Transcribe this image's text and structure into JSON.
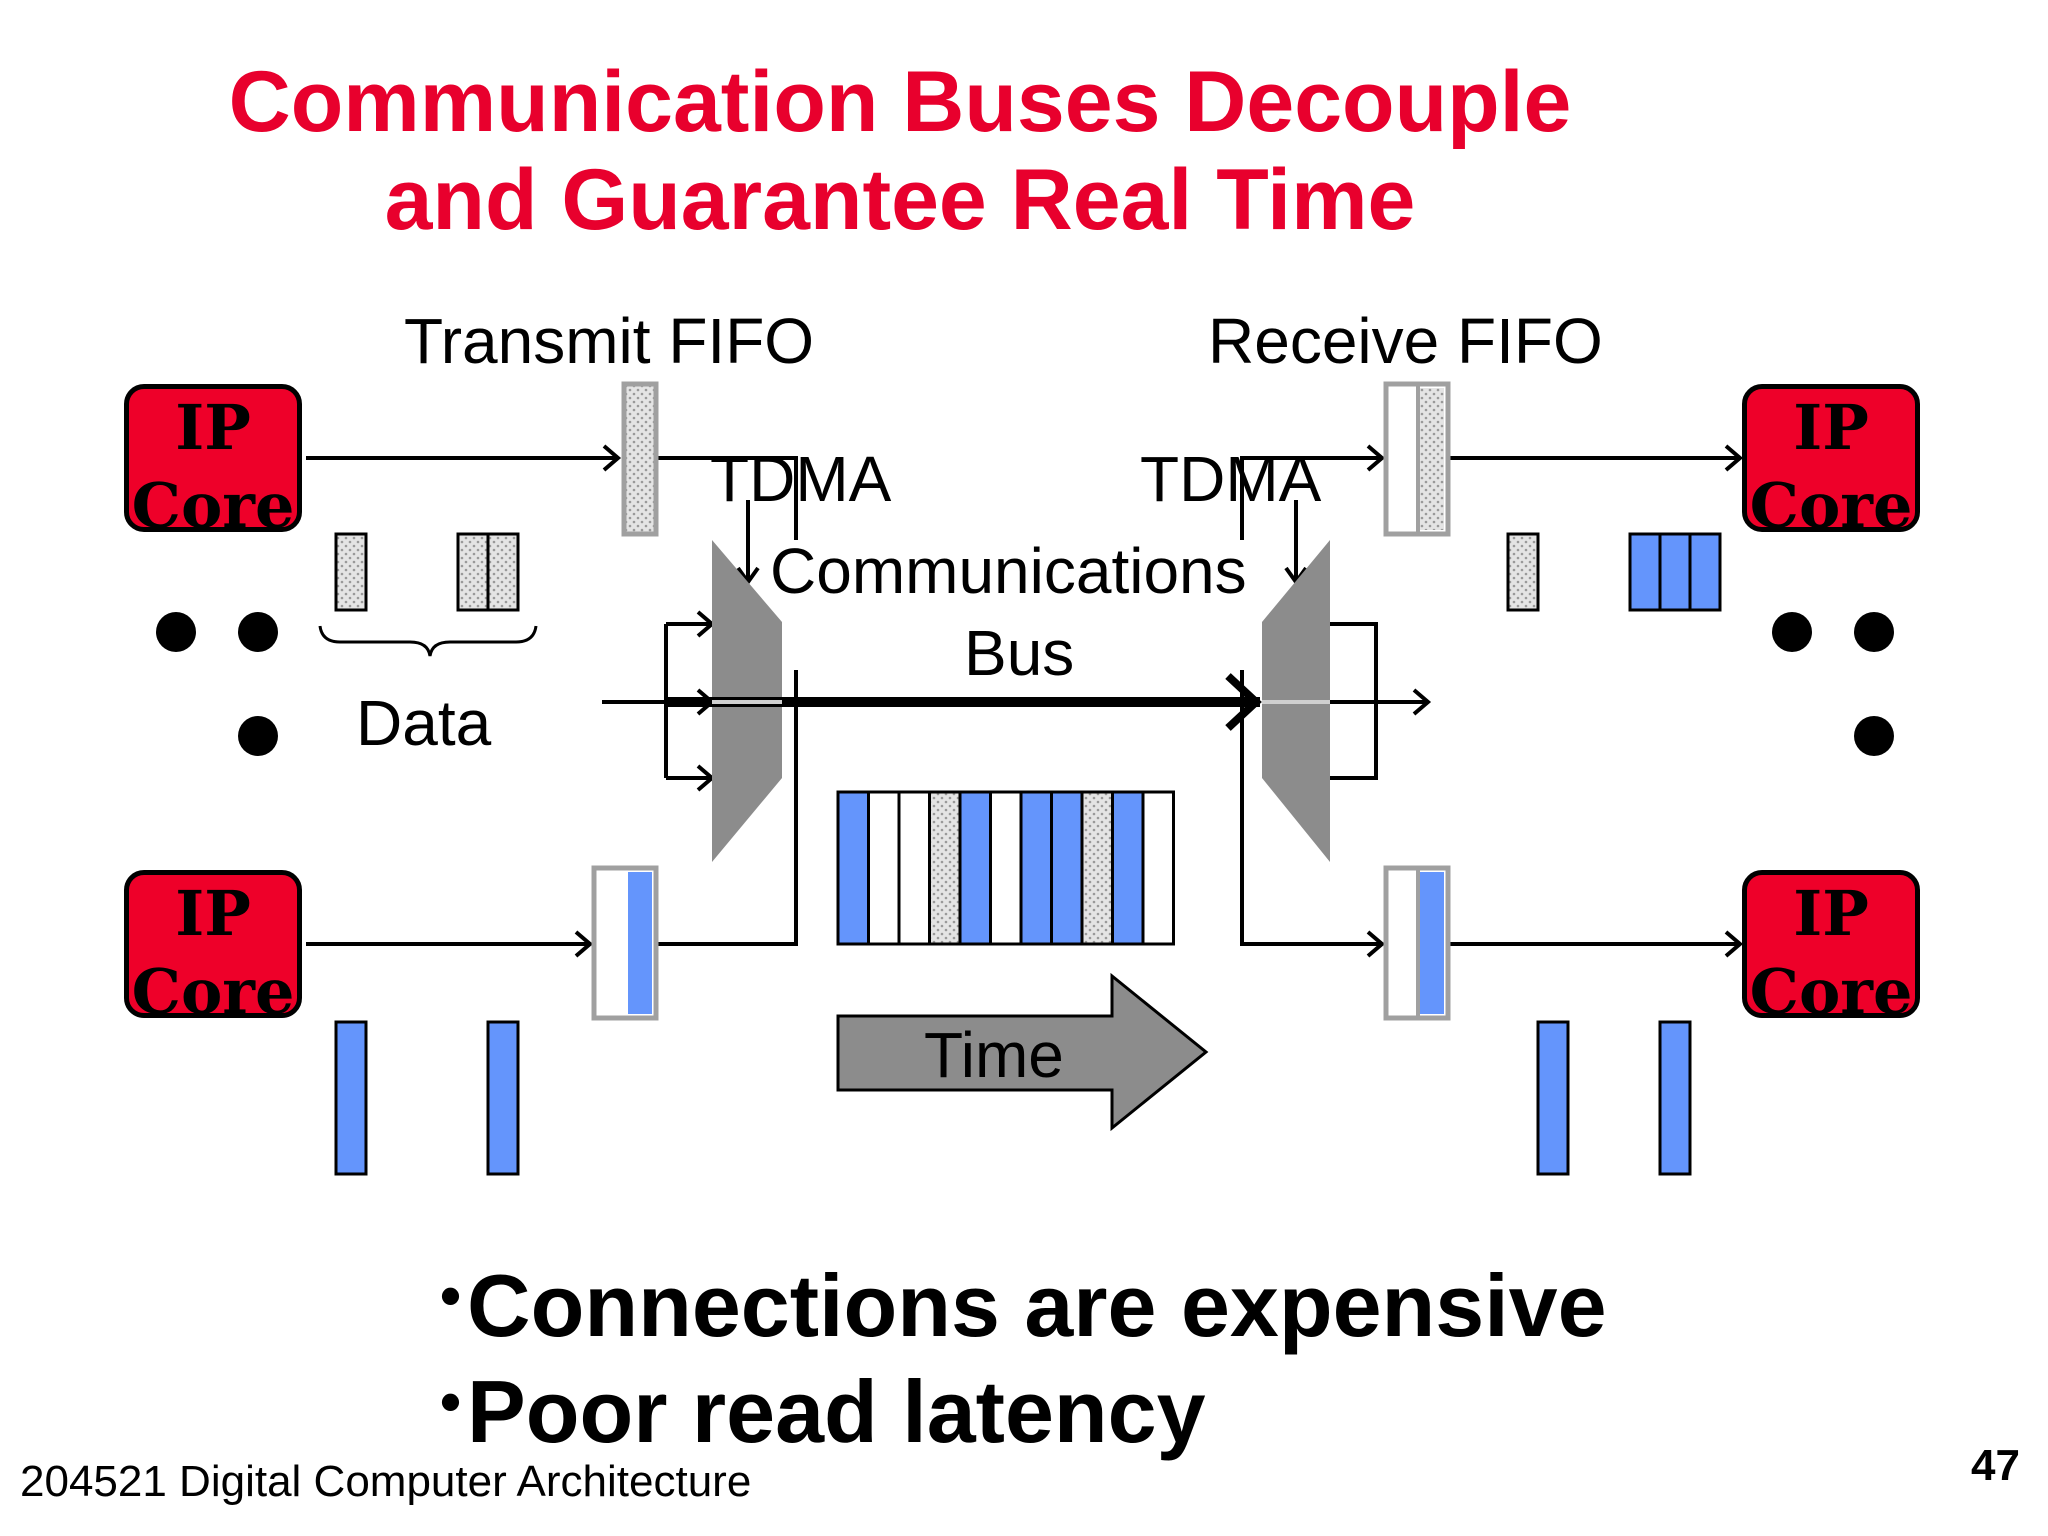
{
  "slide": {
    "title_line1": "Communication Buses Decouple",
    "title_line2": "and Guarantee Real Time",
    "footer": "204521 Digital Computer Architecture",
    "page_number": "47"
  },
  "diagram": {
    "transmit_fifo_label": "Transmit FIFO",
    "receive_fifo_label": "Receive FIFO",
    "tdma_left_label": "TDMA",
    "tdma_right_label": "TDMA",
    "bus_label_line1": "Communications",
    "bus_label_line2": "Bus",
    "data_label": "Data",
    "time_label": "Time",
    "core_label_line1": "IP",
    "core_label_line2": "Core",
    "tdma_slots": [
      "blue",
      "white",
      "white",
      "dotted",
      "blue",
      "white",
      "blue",
      "blue",
      "dotted",
      "blue",
      "white"
    ]
  },
  "bullets": [
    "Connections are expensive",
    "Poor read latency"
  ],
  "colors": {
    "title": "#e8002d",
    "core_fill": "#ee0029",
    "blue_data": "#6495fc",
    "mux_gray": "#8c8c8c",
    "fifo_border": "#a0a0a0"
  }
}
